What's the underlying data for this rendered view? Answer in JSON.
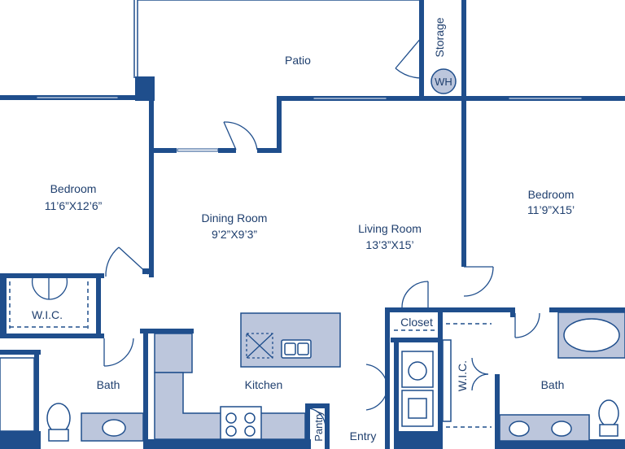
{
  "rooms": {
    "patio": {
      "name": "Patio"
    },
    "storage": {
      "name": "Storage"
    },
    "water_heater": {
      "name": "WH"
    },
    "bedroom_left": {
      "name": "Bedroom",
      "dims": "11’6”X12’6”"
    },
    "dining": {
      "name": "Dining Room",
      "dims": "9’2”X9’3”"
    },
    "living": {
      "name": "Living Room",
      "dims": "13’3”X15’"
    },
    "bedroom_right": {
      "name": "Bedroom",
      "dims": "11’9”X15’"
    },
    "wic_left": {
      "name": "W.I.C."
    },
    "bath_left": {
      "name": "Bath"
    },
    "kitchen": {
      "name": "Kitchen"
    },
    "pantry": {
      "name": "Pantry"
    },
    "entry": {
      "name": "Entry"
    },
    "closet": {
      "name": "Closet"
    },
    "wic_right": {
      "name": "W.I.C."
    },
    "bath_right": {
      "name": "Bath"
    }
  },
  "colors": {
    "wall": "#1f4e8c",
    "text": "#1f3f6e",
    "fixture": "#bcc6dc",
    "background": "#ffffff"
  }
}
